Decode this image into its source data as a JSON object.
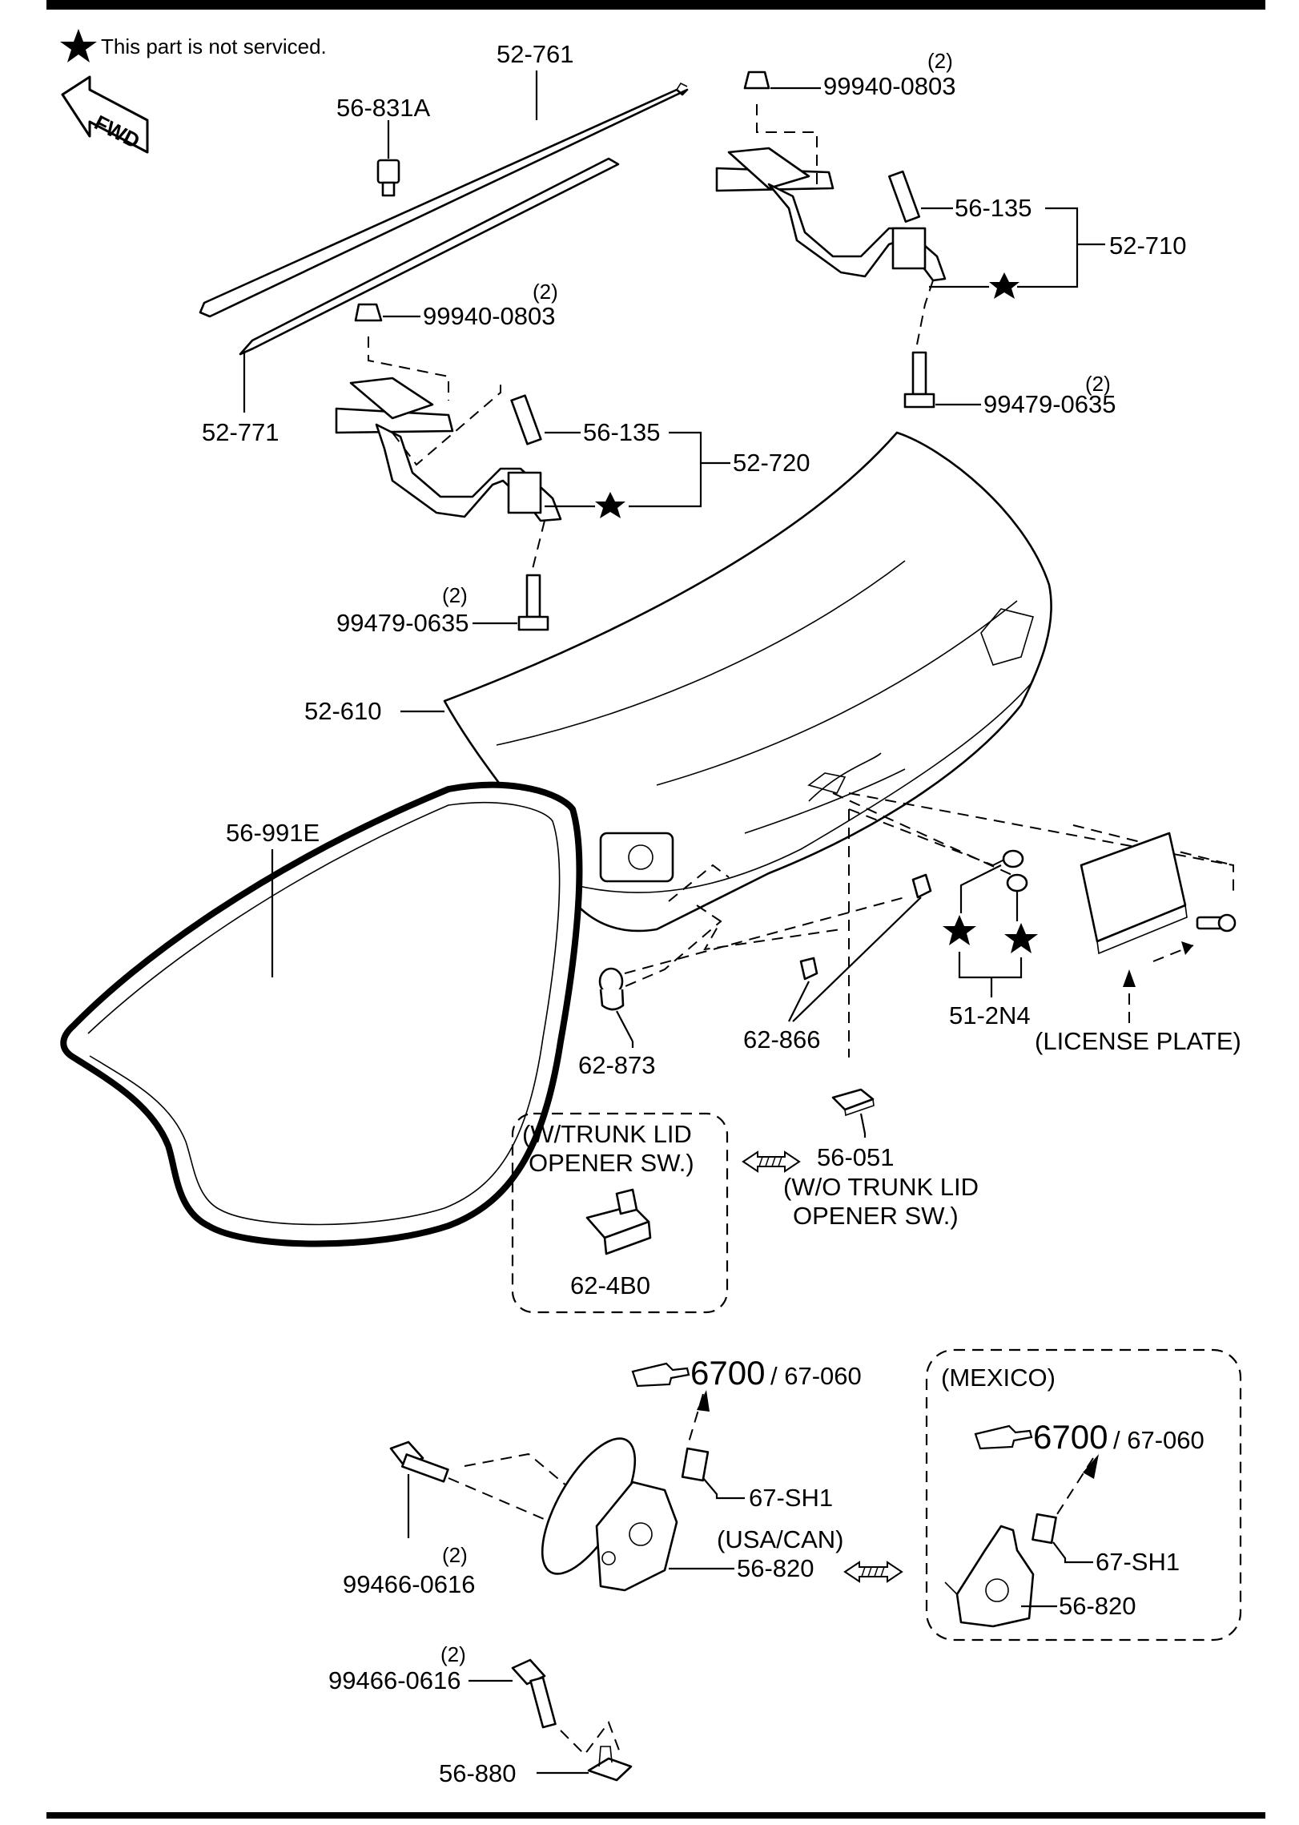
{
  "note": "This part is not serviced.",
  "fwd": "FWD",
  "labels": {
    "p52_761": "52-761",
    "p56_831a": "56-831A",
    "p99940_top_qty": "(2)",
    "p99940_top": "99940-0803",
    "p56_135_top": "56-135",
    "p52_710": "52-710",
    "p99479_top_qty": "(2)",
    "p99479_top": "99479-0635",
    "p99940_mid_qty": "(2)",
    "p99940_mid": "99940-0803",
    "p52_771": "52-771",
    "p56_135_mid": "56-135",
    "p52_720": "52-720",
    "p99479_mid_qty": "(2)",
    "p99479_mid": "99479-0635",
    "p52_610": "52-610",
    "p56_991e": "56-991E",
    "p51_2n4": "51-2N4",
    "license_plate": "(LICENSE PLATE)",
    "p62_873": "62-873",
    "p62_866": "62-866",
    "w_opener_1": "(W/TRUNK LID",
    "w_opener_2": "OPENER SW.)",
    "p62_4b0": "62-4B0",
    "p56_051": "56-051",
    "wo_opener_1": "(W/O TRUNK LID",
    "wo_opener_2": "OPENER SW.)",
    "ref_main": "6700",
    "ref_sub": "/ 67-060",
    "mexico": "(MEXICO)",
    "ref_main_mx": "6700",
    "ref_sub_mx": "/ 67-060",
    "p67_sh1": "67-SH1",
    "p67_sh1_mx": "67-SH1",
    "usa_can": "(USA/CAN)",
    "p56_820": "56-820",
    "p56_820_mx": "56-820",
    "p99466_a_qty": "(2)",
    "p99466_a": "99466-0616",
    "p99466_b_qty": "(2)",
    "p99466_b": "99466-0616",
    "p56_880": "56-880"
  }
}
